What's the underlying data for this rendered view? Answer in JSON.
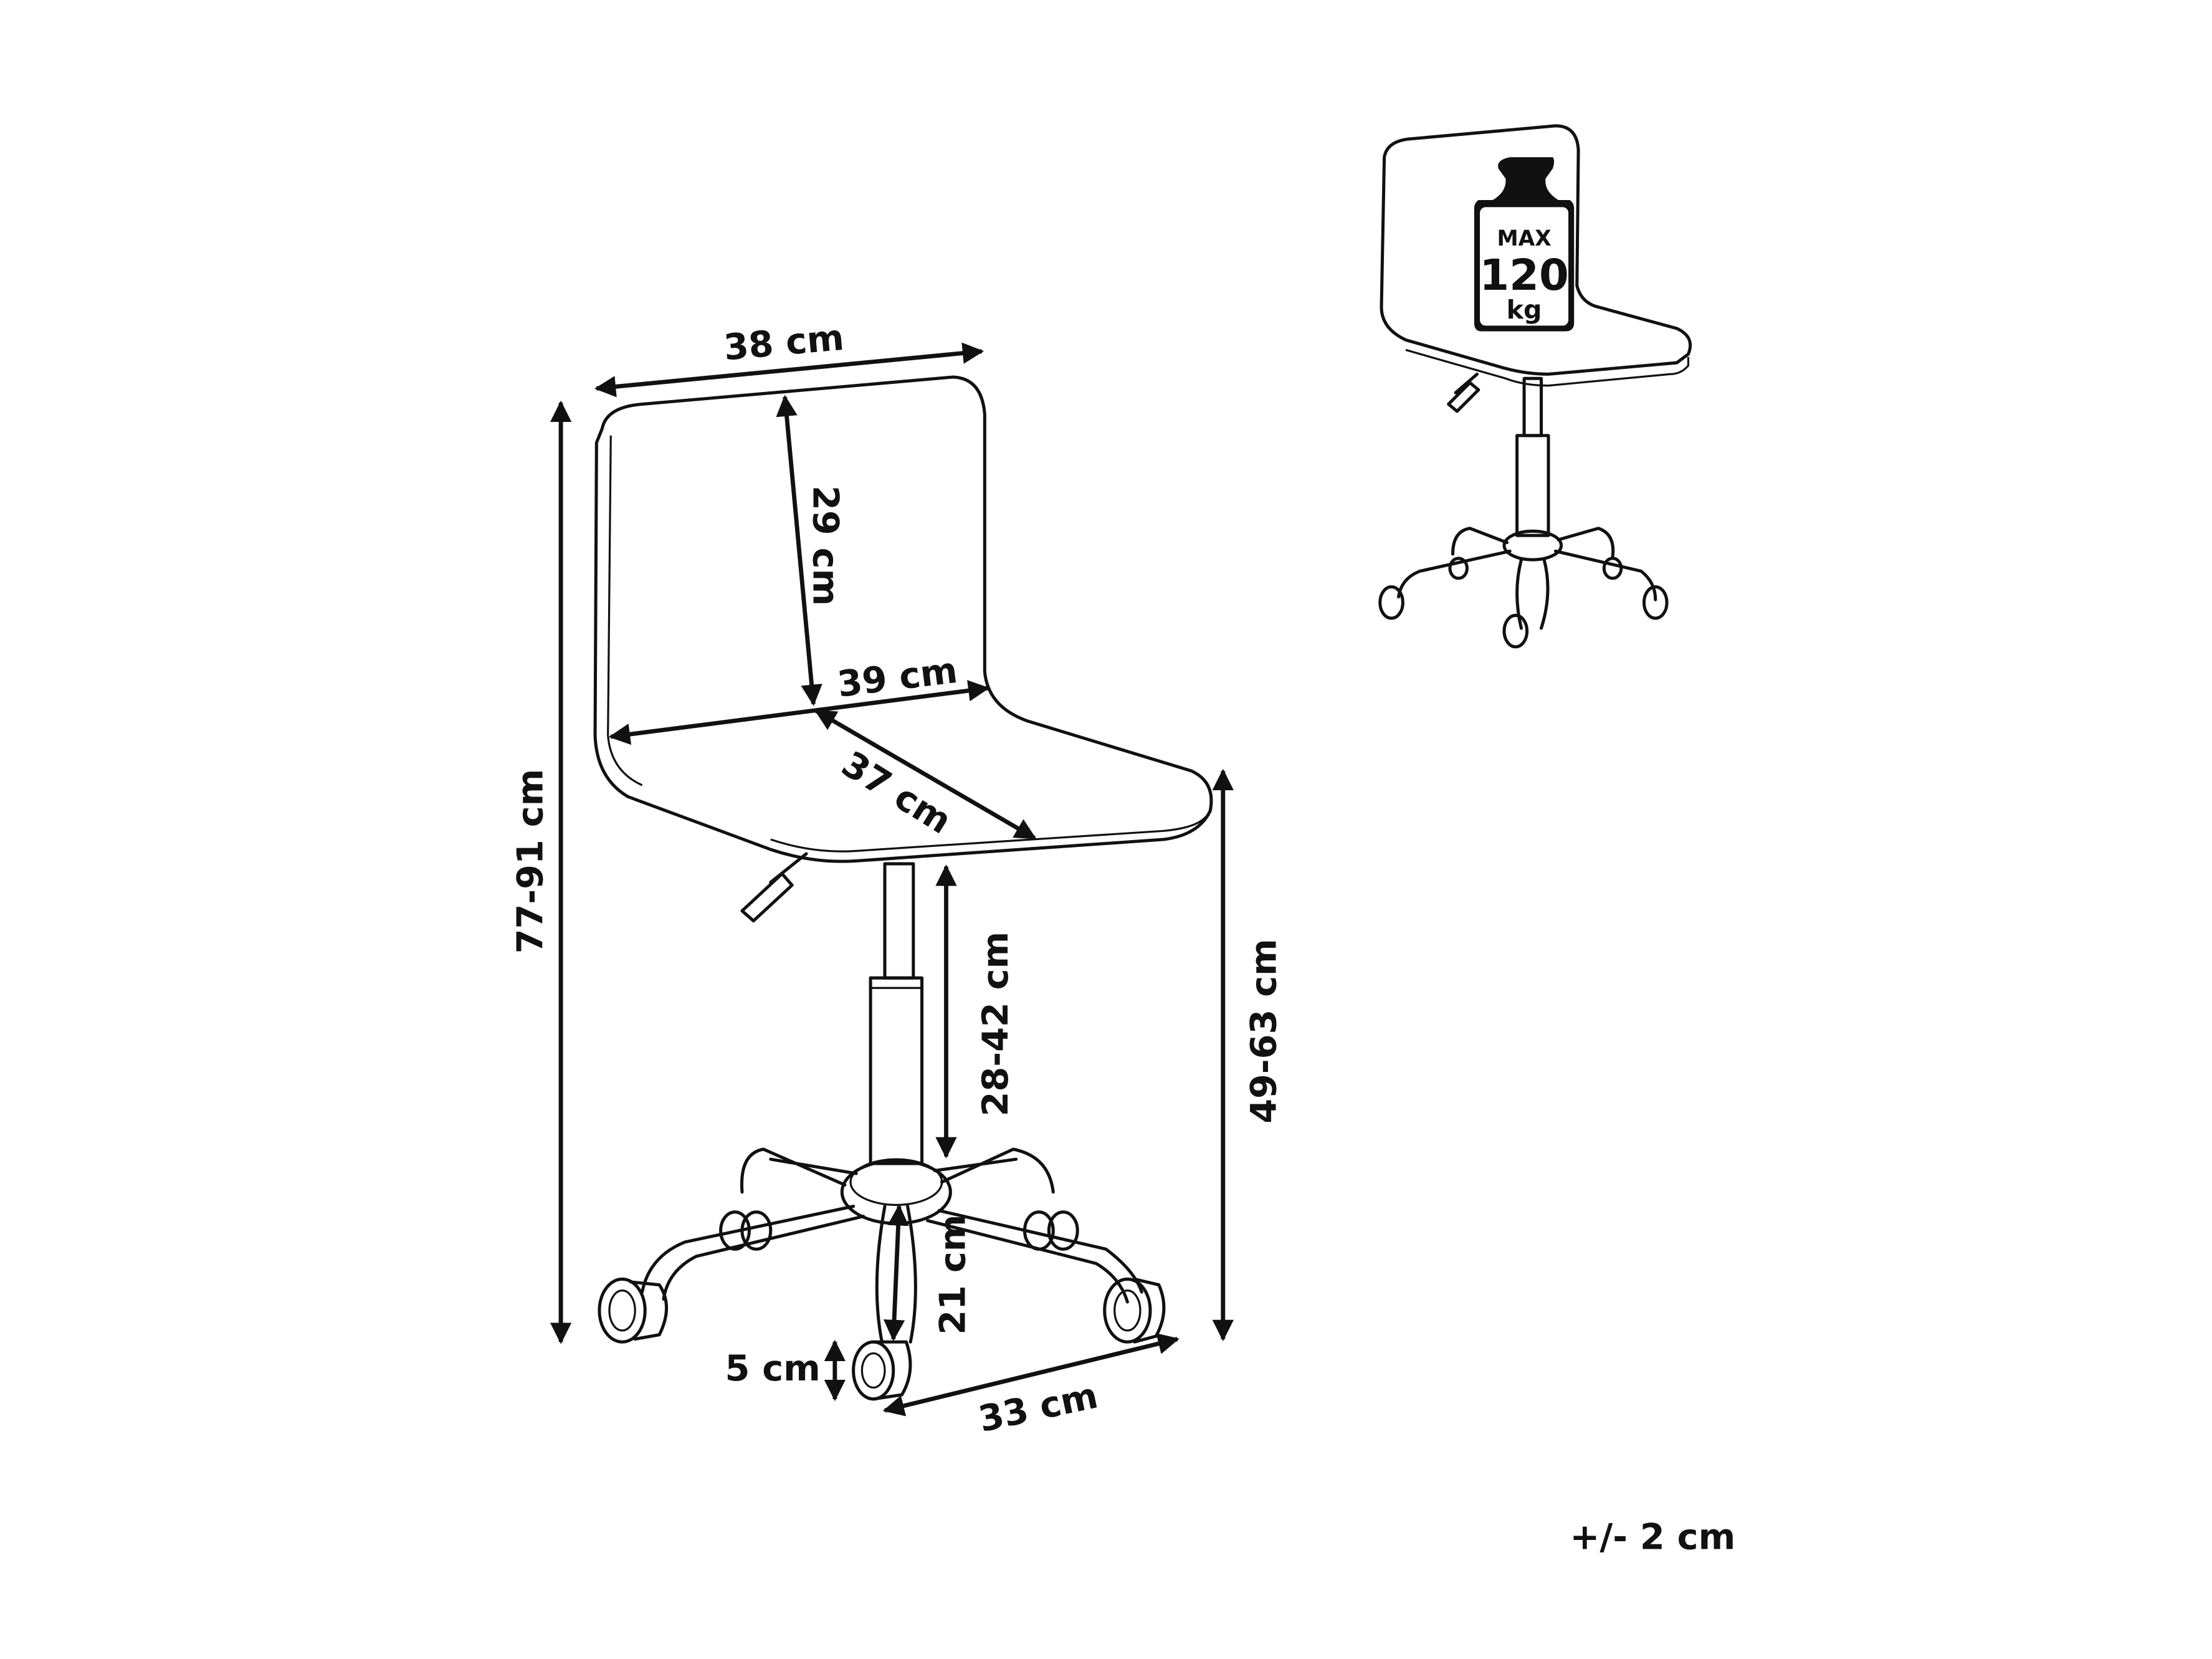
{
  "dimensions": {
    "backrest_width": "38 cm",
    "backrest_height": "29 cm",
    "seat_width": "39 cm",
    "seat_depth": "37 cm",
    "total_height": "77-91 cm",
    "gas_lift_height": "28-42 cm",
    "seat_height": "49-63 cm",
    "base_height": "21 cm",
    "caster_height": "5 cm",
    "base_radius": "33 cm"
  },
  "tolerance": "+/- 2 cm",
  "max_load": {
    "label": "MAX",
    "value": "120",
    "unit": "kg"
  }
}
